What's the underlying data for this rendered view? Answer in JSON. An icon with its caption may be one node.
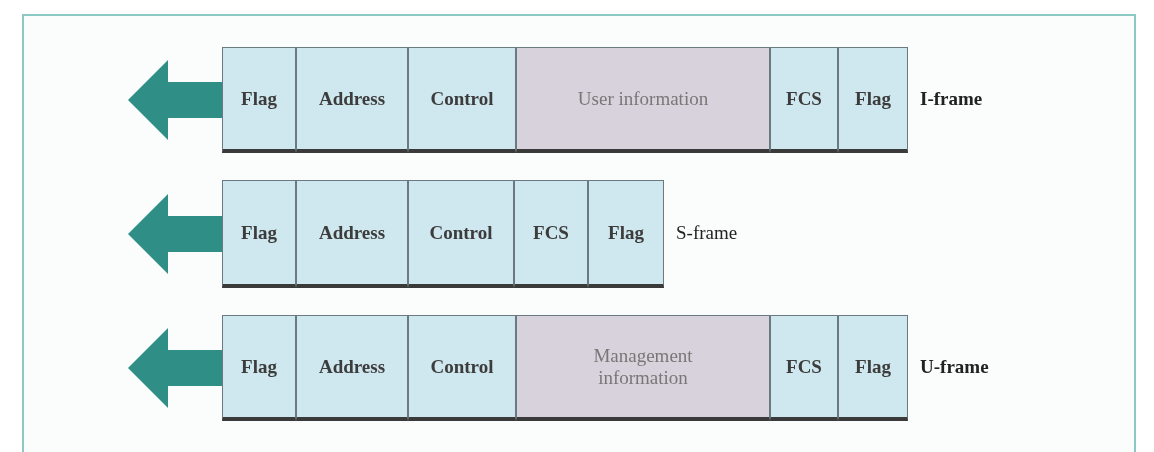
{
  "diagram": {
    "nodes": [
      {
        "text": [
          "Flag"
        ]
      },
      {
        "text": [
          "Address"
        ]
      },
      {
        "text": [
          "Control"
        ]
      },
      {
        "text": [
          "User information"
        ]
      },
      {
        "text": [
          "FCS"
        ]
      },
      {
        "text": [
          "Flag"
        ]
      },
      {
        "text": [
          "Flag"
        ]
      },
      {
        "text": [
          "Address"
        ]
      },
      {
        "text": [
          "Control"
        ]
      },
      {
        "text": [
          "FCS"
        ]
      },
      {
        "text": [
          "Flag"
        ]
      },
      {
        "text": [
          "Flag"
        ]
      },
      {
        "text": [
          "Address"
        ]
      },
      {
        "text": [
          "Control"
        ]
      },
      {
        "text": [
          "Management information"
        ]
      },
      {
        "text": [
          "FCS"
        ]
      },
      {
        "text": [
          "Flag"
        ]
      }
    ],
    "labels": [
      "I-frame",
      "S-frame",
      "U-frame"
    ]
  }
}
